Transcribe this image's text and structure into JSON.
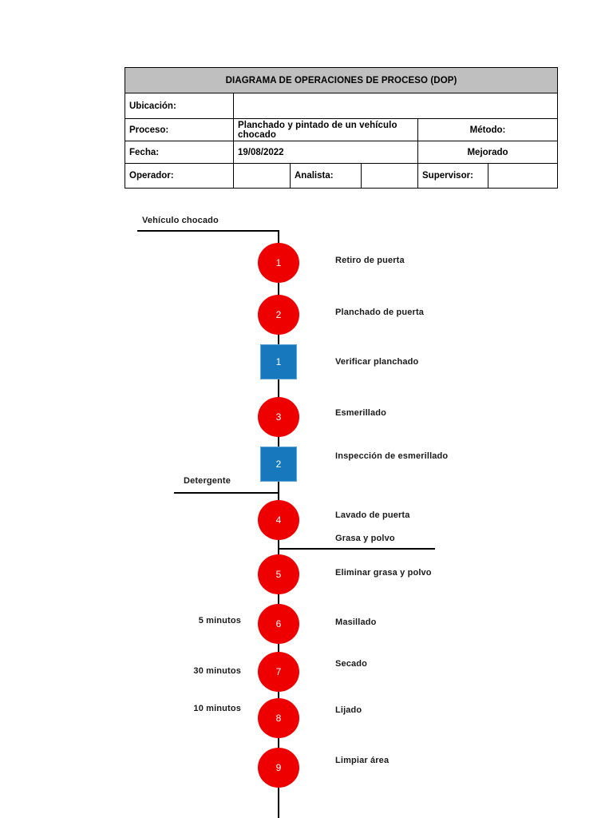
{
  "header": {
    "title": "DIAGRAMA DE OPERACIONES DE PROCESO (DOP)",
    "title_bg": "#bfbfbf",
    "rows": {
      "ubicacion_label": "Ubicación:",
      "ubicacion_value": "",
      "proceso_label": "Proceso:",
      "proceso_value": "Planchado y pintado de un vehículo chocado",
      "metodo_label": "Método:",
      "fecha_label": "Fecha:",
      "fecha_value": "19/08/2022",
      "metodo_value": "Mejorado",
      "operador_label": "Operador:",
      "operador_value": "",
      "analista_label": "Analista:",
      "analista_value": "",
      "supervisor_label": "Supervisor:",
      "supervisor_value": ""
    }
  },
  "diagram": {
    "colors": {
      "operation": "#ee0000",
      "inspection": "#1878be",
      "inspection_border": "#5ba3d4",
      "line": "#000000",
      "number_text": "#ffffff"
    },
    "entry": {
      "material_label": "Vehículo chocado"
    },
    "materials_in": [
      {
        "label": "Detergente"
      }
    ],
    "materials_out": [
      {
        "label": "Grasa y polvo"
      }
    ],
    "nodes": [
      {
        "type": "operation",
        "number": "1",
        "label": "Retiro de puerta",
        "time": ""
      },
      {
        "type": "operation",
        "number": "2",
        "label": "Planchado de puerta",
        "time": ""
      },
      {
        "type": "inspection",
        "number": "1",
        "label": "Verificar planchado",
        "time": ""
      },
      {
        "type": "operation",
        "number": "3",
        "label": "Esmerillado",
        "time": ""
      },
      {
        "type": "inspection",
        "number": "2",
        "label": "Inspección de esmerillado",
        "time": ""
      },
      {
        "type": "operation",
        "number": "4",
        "label": "Lavado de puerta",
        "time": ""
      },
      {
        "type": "operation",
        "number": "5",
        "label": "Eliminar grasa y polvo",
        "time": ""
      },
      {
        "type": "operation",
        "number": "6",
        "label": "Masillado",
        "time": "5 minutos"
      },
      {
        "type": "operation",
        "number": "7",
        "label": "Secado",
        "time": "30 minutos"
      },
      {
        "type": "operation",
        "number": "8",
        "label": "Lijado",
        "time": "10 minutos"
      },
      {
        "type": "operation",
        "number": "9",
        "label": "Limpiar área",
        "time": ""
      }
    ]
  }
}
